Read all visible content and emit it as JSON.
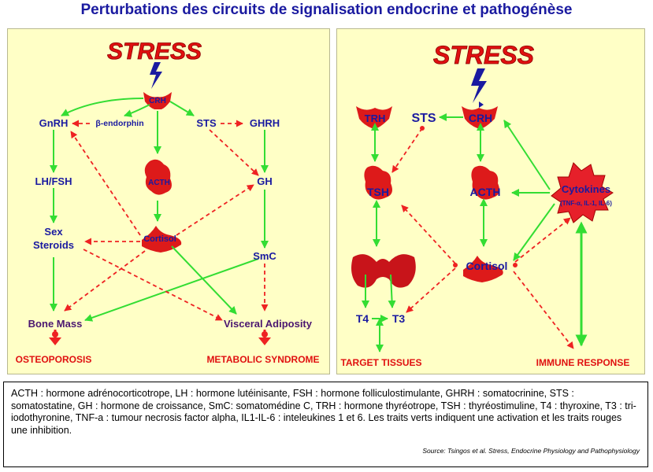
{
  "title": "Perturbations des circuits de signalisation endocrine et pathogénèse",
  "left_diagram": {
    "stress": "STRESS",
    "crh": "CRH",
    "gnrh": "GnRH",
    "beta_endorphin": "β-endorphin",
    "sts": "STS",
    "ghrh": "GHRH",
    "lh_fsh": "LH/FSH",
    "acth": "ACTH",
    "gh": "GH",
    "sex_steroids_1": "Sex",
    "sex_steroids_2": "Steroids",
    "cortisol": "Cortisol",
    "smc": "SmC",
    "bone_mass": "Bone Mass",
    "visceral_adiposity": "Visceral Adiposity",
    "osteoporosis": "OSTEOPOROSIS",
    "metabolic_syndrome": "METABOLIC SYNDROME"
  },
  "right_diagram": {
    "stress": "STRESS",
    "trh": "TRH",
    "sts": "STS",
    "crh": "CRH",
    "tsh": "TSH",
    "acth": "ACTH",
    "cytokines_1": "Cytokines",
    "cytokines_2": "(TNF-α, IL-1, IL-6)",
    "cortisol": "Cortisol",
    "t4": "T4",
    "t3": "T3",
    "target_tissues": "TARGET TISSUES",
    "immune_response": "IMMUNE RESPONSE"
  },
  "caption": "ACTH : hormone adrénocorticotrope, LH : hormone lutéinisante, FSH :  hormone folliculostimulante, GHRH : somatocrinine, STS : somatostatine, GH : hormone de croissance, SmC:  somatomédine C, TRH : hormone thyréotrope, TSH : thyréostimuline, T4 : thyroxine, T3 : tri-iodothyronine, TNF-a : tumour necrosis factor alpha, IL1-IL-6 : inteleukines 1 et 6. Les traits verts indiquent une activation et les traits rouges une inhibition.",
  "source": "Source: Tsingos et al. Stress, Endocrine Physiology and Pathophysiology",
  "colors": {
    "activation": "#33dd33",
    "inhibition": "#ee2222",
    "gland": "#dd1a1a",
    "label_blue": "#1a1aa0",
    "label_purple": "#4a1570",
    "outcome_red": "#e01010",
    "panel_bg": "#ffffc6"
  }
}
